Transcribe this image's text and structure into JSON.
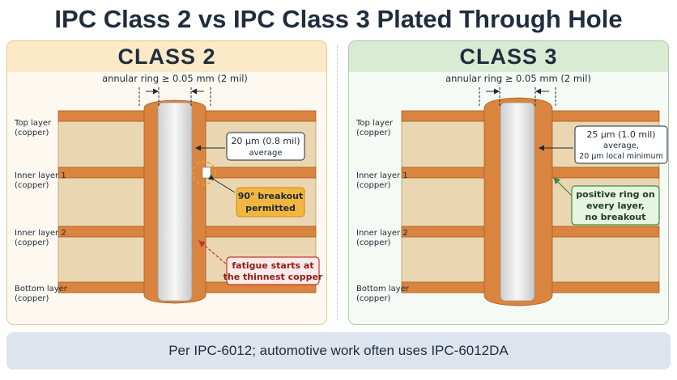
{
  "title": "IPC Class 2 vs IPC Class 3 Plated Through Hole",
  "class2": {
    "heading": "CLASS 2",
    "annular_ring": "annular ring ≥ 0.05 mm (2 mil)",
    "plating_line1": "20 µm (0.8 mil)",
    "plating_line2": "average",
    "breakout_line1": "90° breakout",
    "breakout_line2": "permitted",
    "fatigue_line1": "fatigue starts at",
    "fatigue_line2": "the thinnest copper"
  },
  "class3": {
    "heading": "CLASS 3",
    "annular_ring": "annular ring ≥ 0.05 mm (2 mil)",
    "plating_line1": "25 µm (1.0 mil)",
    "plating_line2": "average,",
    "plating_line3": "20 µm local minimum",
    "ring_line1": "positive ring on",
    "ring_line2": "every layer,",
    "ring_line3": "no breakout"
  },
  "layers": {
    "top_1": "Top layer",
    "top_2": "(copper)",
    "inner1_1": "Inner layer 1",
    "inner1_2": "(copper)",
    "inner2_1": "Inner layer 2",
    "inner2_2": "(copper)",
    "bottom_1": "Bottom layer",
    "bottom_2": "(copper)"
  },
  "footer": "Per IPC-6012; automotive work often uses IPC-6012DA",
  "colors": {
    "copper": "#d9843f",
    "laminate": "#ead7b1",
    "breakout_fill": "#f2b640",
    "fatigue_border": "#c0392b",
    "ring_border": "#3c8a3c"
  }
}
